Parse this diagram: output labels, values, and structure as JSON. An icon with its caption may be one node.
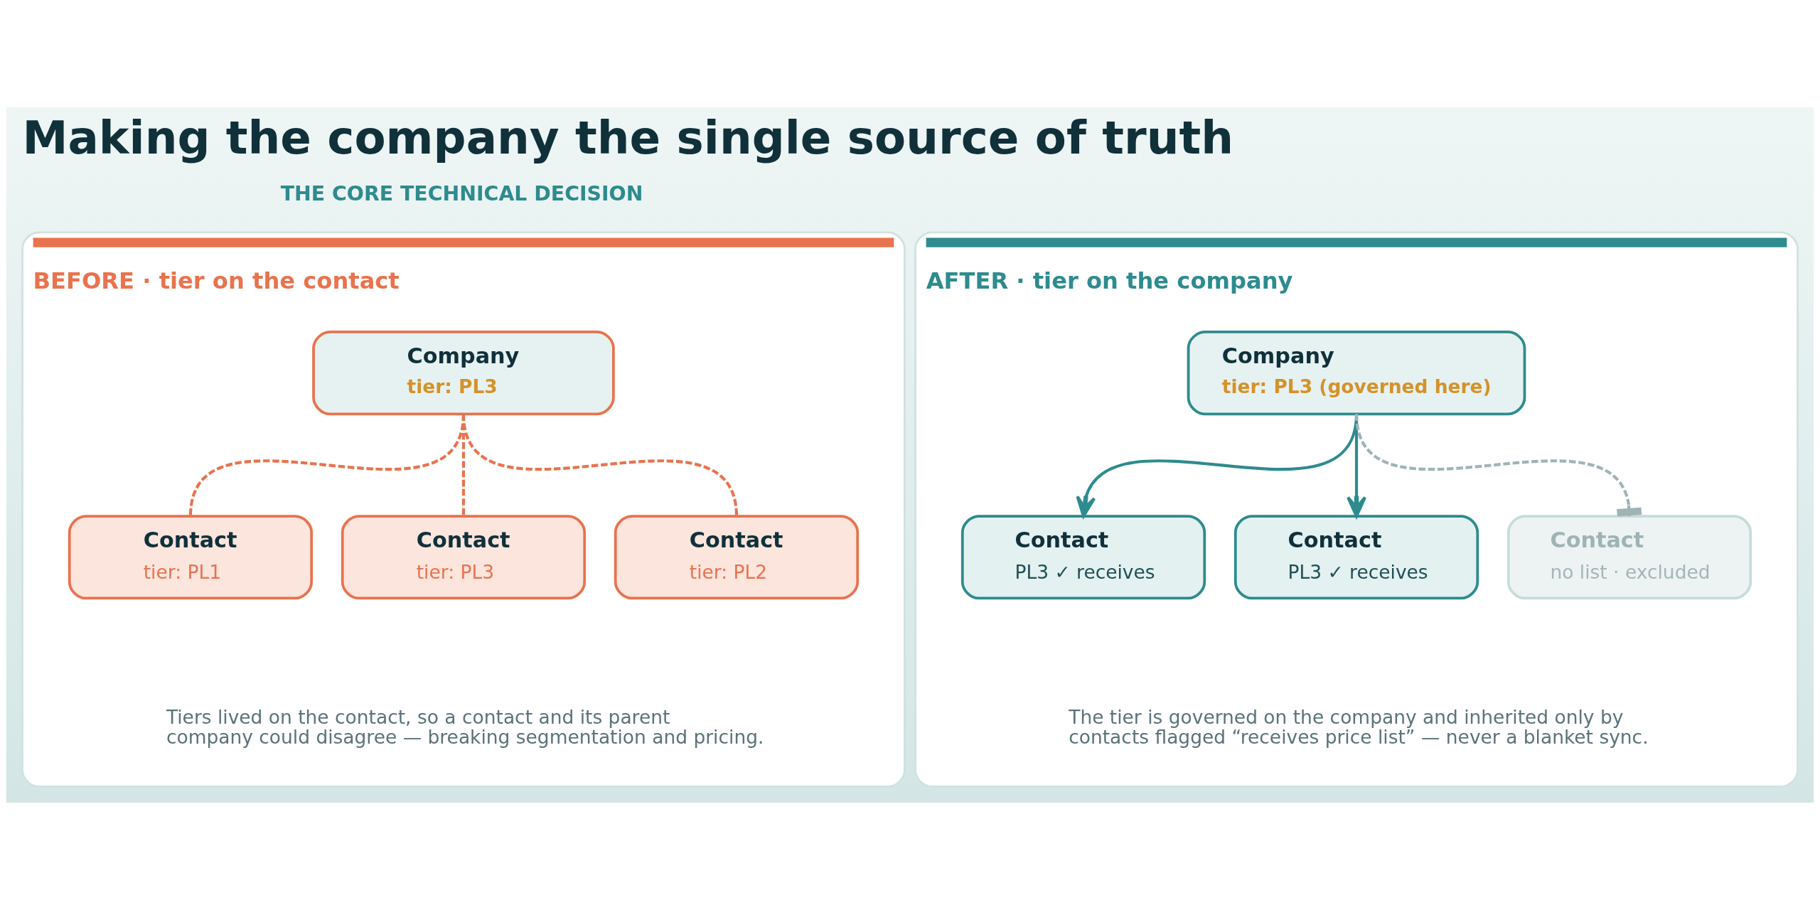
{
  "diagram": {
    "title": "Making the company the single source of truth",
    "nodes": [
      {
        "text": [
          "BEFORE · tier on the contact",
          "Tiers lived on the contact, so a contact and its parent company could disagree — breaking segmentation and pricing."
        ]
      },
      {
        "text": [
          "Company",
          "tier: PL3"
        ],
        "in": 0
      },
      {
        "text": [
          "Contact",
          "tier: PL1"
        ],
        "in": 0
      },
      {
        "text": [
          "Contact",
          "tier: PL3"
        ],
        "in": 0
      },
      {
        "text": [
          "Contact",
          "tier: PL2"
        ],
        "in": 0
      },
      {
        "text": [
          "AFTER · tier on the company",
          "The tier is governed on the company and inherited only by contacts flagged “receives price list” — never a blanket sync."
        ]
      },
      {
        "text": [
          "Company",
          "tier: PL3 (governed here)"
        ],
        "in": 5
      },
      {
        "text": [
          "Contact",
          "PL3 ✓ receives"
        ],
        "in": 5
      },
      {
        "text": [
          "Contact",
          "PL3 ✓ receives"
        ],
        "in": 5
      },
      {
        "text": [
          "Contact",
          "no list · excluded"
        ],
        "in": 5
      }
    ],
    "edges": [
      {
        "from": 1,
        "to": 2,
        "arrow": "none",
        "style": "dashed",
        "color": "#e8734f"
      },
      {
        "from": 1,
        "to": 3,
        "arrow": "none",
        "style": "dashed",
        "color": "#e8734f"
      },
      {
        "from": 1,
        "to": 4,
        "arrow": "none",
        "style": "dashed",
        "color": "#e8734f"
      },
      {
        "from": 6,
        "to": 7,
        "arrow": "to",
        "color": "#2e8b8e"
      },
      {
        "from": 6,
        "to": 8,
        "arrow": "to",
        "color": "#2e8b8e"
      },
      {
        "from": 6,
        "to": 9,
        "arrow": "other",
        "style": "dashed",
        "color": "#9fb4b7"
      }
    ],
    "labels": [
      "THE CORE TECHNICAL DECISION"
    ]
  }
}
